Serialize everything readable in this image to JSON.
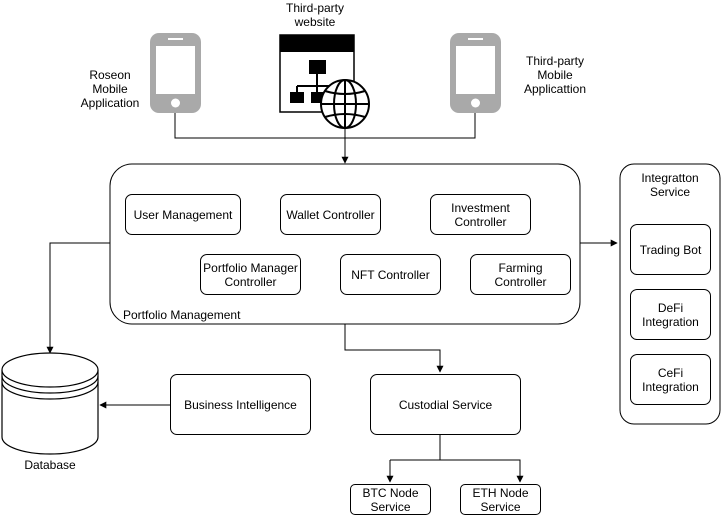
{
  "clients": {
    "roseon_app": "Roseon\nMobile\nApplication",
    "third_party_website": "Third-party\nwebsite",
    "third_party_app": "Third-party\nMobile\nApplicattion"
  },
  "portfolio": {
    "label": "Portfolio Management",
    "user_management": "User Management",
    "wallet_controller": "Wallet Controller",
    "investment_controller": "Investment\nController",
    "portfolio_manager_controller": "Portfolio Manager\nController",
    "nft_controller": "NFT Controller",
    "farming_controller": "Farming\nController"
  },
  "integration": {
    "title": "Integratton\nService",
    "trading_bot": "Trading Bot",
    "defi": "DeFi\nIntegration",
    "cefi": "CeFi\nIntegration"
  },
  "database": "Database",
  "business_intelligence": "Business Intelligence",
  "custodial_service": "Custodial Service",
  "btc_node": "BTC Node\nService",
  "eth_node": "ETH Node\nService",
  "colors": {
    "line": "#000000",
    "device": "#a9a9a9",
    "device_screen": "#ffffff"
  },
  "icons": [
    "mobile-phone-icon",
    "website-sitemap-icon",
    "globe-icon",
    "database-cylinder-icon"
  ]
}
